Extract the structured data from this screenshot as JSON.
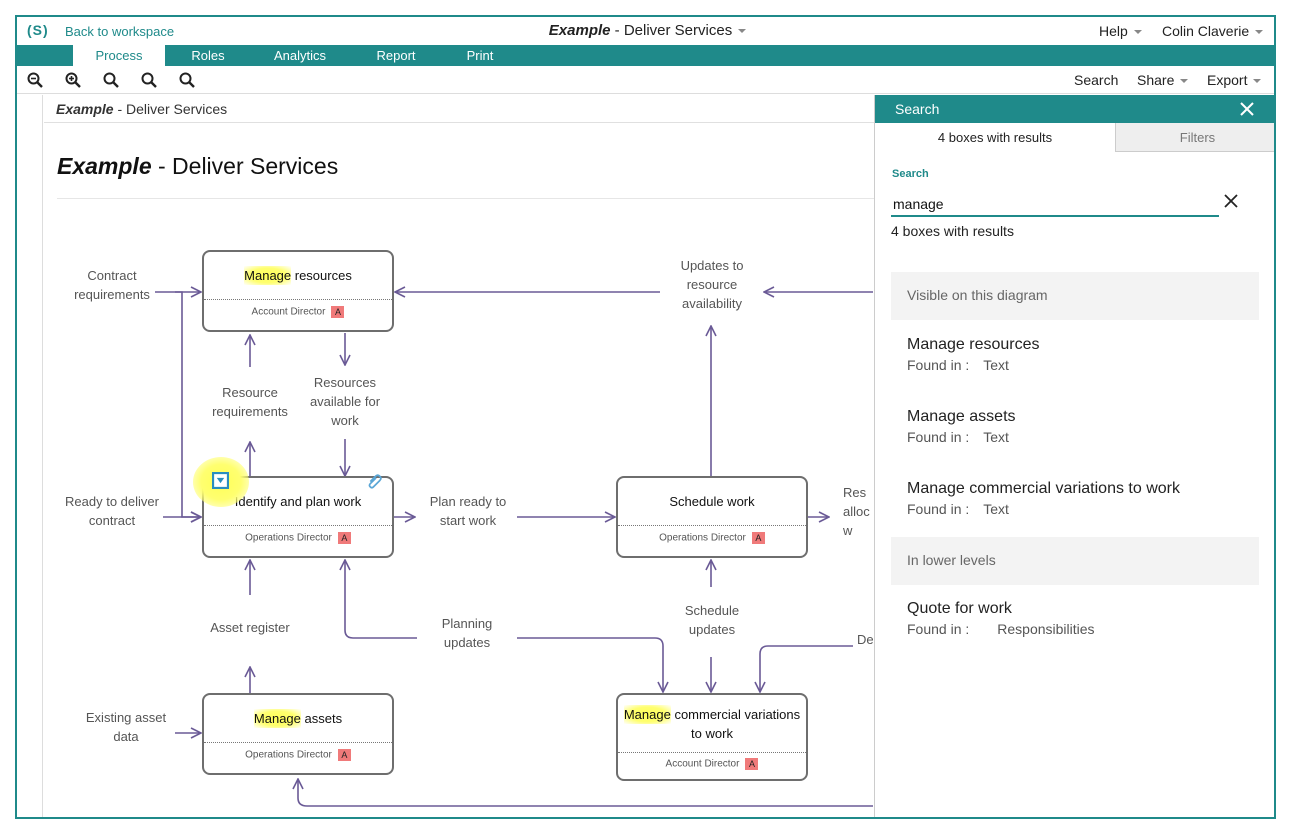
{
  "app": {
    "logo": "(S)",
    "back_link": "Back to workspace",
    "doc_title_italic": "Example",
    "doc_title_rest": " - Deliver Services",
    "help": "Help",
    "user": "Colin Claverie"
  },
  "tabs": [
    {
      "label": "Process",
      "active": true
    },
    {
      "label": "Roles",
      "active": false
    },
    {
      "label": "Analytics",
      "active": false
    },
    {
      "label": "Report",
      "active": false
    },
    {
      "label": "Print",
      "active": false
    }
  ],
  "toolbar": {
    "zoom_icons": [
      "zoom-out-icon",
      "zoom-in-icon",
      "zoom-fit-icon",
      "zoom-actual-icon",
      "zoom-width-icon"
    ],
    "search": "Search",
    "share": "Share",
    "export": "Export"
  },
  "diagram": {
    "breadcrumb_italic": "Example",
    "breadcrumb_rest": " - Deliver Services",
    "title_italic": "Example",
    "title_rest": " - Deliver Services",
    "boxes": [
      {
        "highlight": "Manage",
        "title": " resources",
        "role": "Account Director",
        "badge": "A"
      },
      {
        "highlight": "",
        "title": "Identify and plan work",
        "role": "Operations Director",
        "badge": "A"
      },
      {
        "highlight": "Manage",
        "title": " assets",
        "role": "Operations Director",
        "badge": "A"
      },
      {
        "highlight": "",
        "title": "Schedule work",
        "role": "Operations Director",
        "badge": "A"
      },
      {
        "highlight": "Manage",
        "title": " commercial variations to work",
        "role": "Account Director",
        "badge": "A"
      }
    ],
    "labels": {
      "contract_requirements": "Contract requirements",
      "resource_requirements": "Resource requirements",
      "resources_available": "Resources available for work",
      "updates_to_resource": "Updates to resource availability",
      "ready_to_deliver": "Ready to deliver contract",
      "plan_ready": "Plan ready to start work",
      "resources_allocated": "Res alloc w",
      "asset_register": "Asset register",
      "planning_updates": "Planning updates",
      "schedule_updates": "Schedule updates",
      "de": "De",
      "existing_asset": "Existing asset data"
    }
  },
  "search_panel": {
    "title": "Search",
    "tab_results": "4 boxes with results",
    "tab_filters": "Filters",
    "field_label": "Search",
    "query": "manage",
    "count": "4 boxes with results",
    "sections": [
      {
        "heading": "Visible on this diagram"
      },
      {
        "heading": "In lower levels"
      }
    ],
    "results": [
      {
        "name": "Manage resources",
        "found_label": "Found in :",
        "found_value": "Text"
      },
      {
        "name": "Manage assets",
        "found_label": "Found in :",
        "found_value": "Text"
      },
      {
        "name": "Manage commercial variations to work",
        "found_label": "Found in :",
        "found_value": "Text"
      },
      {
        "name": "Quote for work",
        "found_label": "Found in :",
        "found_value": "Responsibilities"
      }
    ]
  },
  "colors": {
    "accent": "#1f8a8a",
    "arrow": "#6a5a96",
    "highlight": "#ffff58",
    "badge": "#f07a7a"
  }
}
